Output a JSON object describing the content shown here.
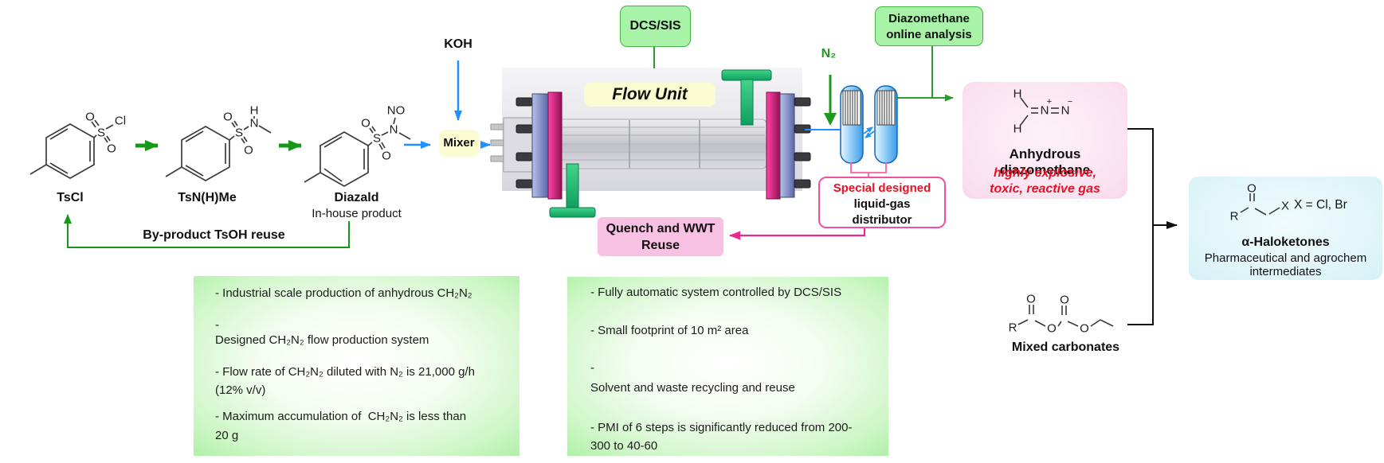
{
  "process": {
    "koh": "KOH",
    "mixer": "Mixer",
    "flow_unit": "Flow Unit",
    "dcs_sis": "DCS/SIS",
    "n2": "N₂",
    "analysis": {
      "line1": "Diazomethane",
      "line2": "online analysis"
    },
    "distributor": {
      "line1": "Special designed",
      "line2": "liquid-gas",
      "line3": "distributor"
    },
    "quench": {
      "line1": "Quench and WWT",
      "line2": "Reuse"
    },
    "byproduct": "By-product TsOH reuse"
  },
  "compounds": {
    "tscl": {
      "name": "TsCl"
    },
    "tsnhme": {
      "name": "TsN(H)Me"
    },
    "diazald": {
      "name": "Diazald",
      "note": "In-house product"
    },
    "diazomethane": {
      "name": "Anhydrous diazomethane",
      "hazard1": "highly explosive,",
      "hazard2": "toxic, reactive gas"
    },
    "haloketones": {
      "x_note": "X = Cl, Br",
      "name": "α-Haloketones",
      "desc1": "Pharmaceutical and agrochem",
      "desc2": "intermediates"
    },
    "mixed_carbonates": {
      "name": "Mixed carbonates"
    }
  },
  "atoms": {
    "tscl": {
      "o1": "O",
      "o2": "O",
      "s": "S",
      "cl": "Cl"
    },
    "tsnhme": {
      "o1": "O",
      "o2": "O",
      "s": "S",
      "n": "N",
      "h": "H"
    },
    "diazald": {
      "o1": "O",
      "o2": "O",
      "s": "S",
      "n": "N",
      "no": "NO"
    },
    "diazomethane": {
      "h1": "H",
      "h2": "H",
      "n1": "N",
      "n2": "N",
      "plus": "+",
      "minus": "−"
    },
    "haloketone": {
      "r": "R",
      "o": "O",
      "x": "X"
    },
    "carbonate": {
      "r": "R",
      "o1": "O",
      "o2": "O",
      "o3": "O",
      "o4": "O"
    }
  },
  "highlights": {
    "left": {
      "lines": [
        {
          "t": "- Industrial scale production of anhydrous CH₂N₂",
          "mt": 0
        },
        {
          "t": "-",
          "mt": 21
        },
        {
          "t": "Designed CH₂N₂ flow production system",
          "mt": 0
        },
        {
          "t": "- Flow rate of CH₂N₂ diluted with N₂ is 21,000 g/h",
          "mt": 21
        },
        {
          "t": "(12% v/v)",
          "mt": 4
        },
        {
          "t": "- Maximum accumulation of  CH₂N₂ is less than",
          "mt": 14
        },
        {
          "t": "20 g",
          "mt": 5
        }
      ]
    },
    "right": {
      "lines": [
        {
          "t": "- Fully automatic system controlled by DCS/SIS",
          "mt": 0
        },
        {
          "t": "- Small footprint of 10 m² area",
          "mt": 29
        },
        {
          "t": "-",
          "mt": 28
        },
        {
          "t": "Solvent and waste recycling and reuse",
          "mt": 6
        },
        {
          "t": "- PMI of 6 steps is significantly reduced from 200-",
          "mt": 31
        },
        {
          "t": "300 to 40-60",
          "mt": 4
        }
      ]
    }
  },
  "colors": {
    "reaction_arrow_green": "#189818",
    "line_green": "#2e9b2e",
    "blue": "#1e90ff",
    "pink_line": "#f75fae",
    "magenta_arrow": "#ec268f",
    "green_box_fill": "#a9f3a9",
    "green_box_border": "#46b346",
    "yellow_box": "#fbfbd2",
    "pink_box": "#f8c0e3",
    "pink_panel": "#fbe4f2",
    "cyan_panel": "#e2f6f9",
    "red_text": "#e81123",
    "bullet_panel_green": "#a9efa0"
  }
}
